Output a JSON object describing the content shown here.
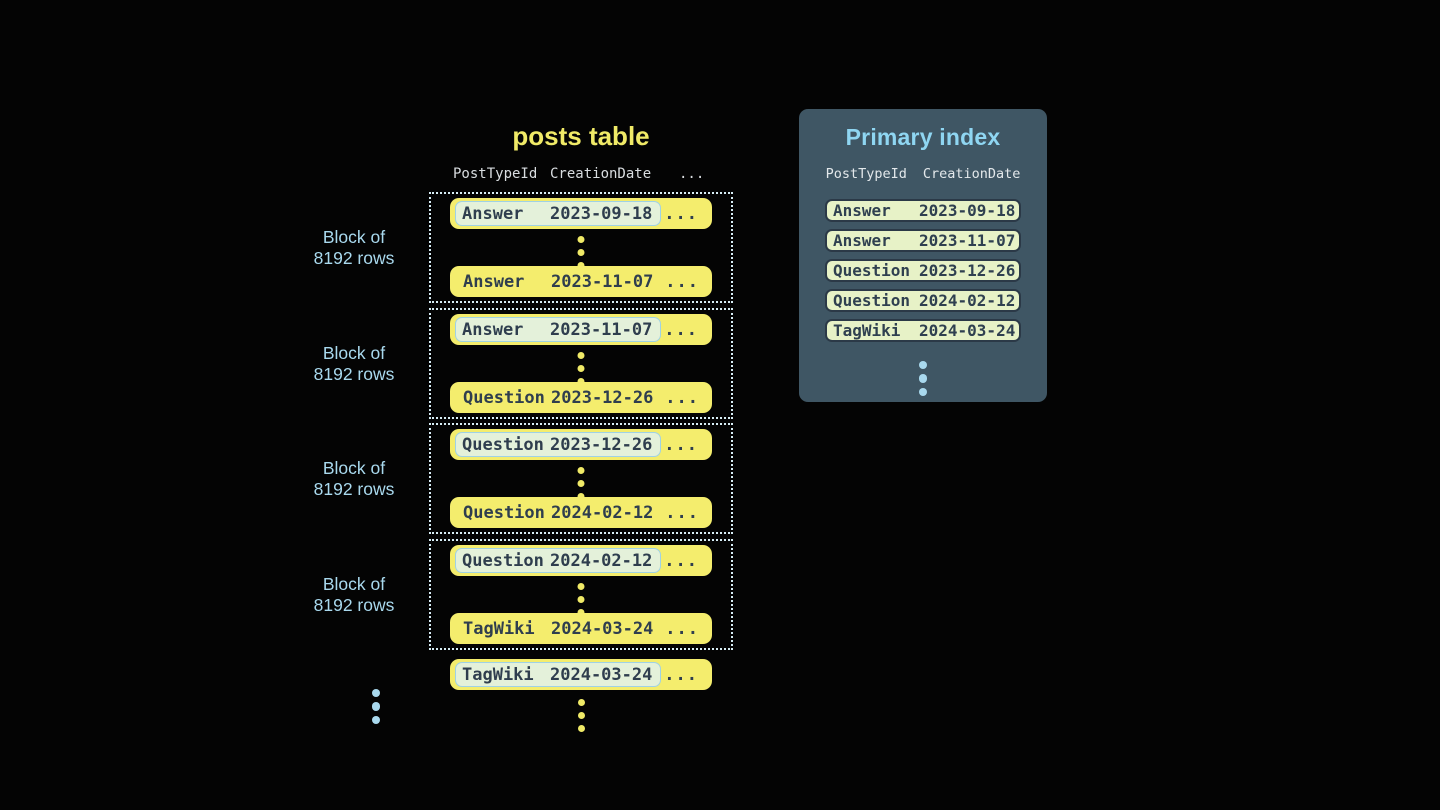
{
  "posts_table": {
    "title": "posts table",
    "columns": {
      "type": "PostTypeId",
      "date": "CreationDate",
      "more": "..."
    },
    "block_label": {
      "line1": "Block of",
      "line2": "8192 rows"
    },
    "row_more": "...",
    "blocks": [
      {
        "first": {
          "type": "Answer",
          "date": "2023-09-18"
        },
        "last": {
          "type": "Answer",
          "date": "2023-11-07"
        }
      },
      {
        "first": {
          "type": "Answer",
          "date": "2023-11-07"
        },
        "last": {
          "type": "Question",
          "date": "2023-12-26"
        }
      },
      {
        "first": {
          "type": "Question",
          "date": "2023-12-26"
        },
        "last": {
          "type": "Question",
          "date": "2024-02-12"
        }
      },
      {
        "first": {
          "type": "Question",
          "date": "2024-02-12"
        },
        "last": {
          "type": "TagWiki",
          "date": "2024-03-24"
        }
      }
    ],
    "overflow_row": {
      "type": "TagWiki",
      "date": "2024-03-24"
    }
  },
  "primary_index": {
    "title": "Primary index",
    "columns": {
      "type": "PostTypeId",
      "date": "CreationDate"
    },
    "rows": [
      {
        "type": "Answer",
        "date": "2023-09-18"
      },
      {
        "type": "Answer",
        "date": "2023-11-07"
      },
      {
        "type": "Question",
        "date": "2023-12-26"
      },
      {
        "type": "Question",
        "date": "2024-02-12"
      },
      {
        "type": "TagWiki",
        "date": "2024-03-24"
      }
    ]
  },
  "colors": {
    "background": "#040404",
    "row_yellow": "#f4ed6d",
    "title_yellow": "#f0ea67",
    "dark_text": "#2f3e4e",
    "hl_bg": "#e4f1da",
    "hl_border": "#9fd2e5",
    "dotted": "#d7edf5",
    "light_blue": "#a9d9ee",
    "header_gray": "#d9dde0",
    "panel_bg": "#3f5664",
    "panel_title": "#8fd6f2",
    "idx_row_bg": "#e7f2c7",
    "idx_row_border": "#2b3947",
    "idx_text": "#2f4050"
  }
}
